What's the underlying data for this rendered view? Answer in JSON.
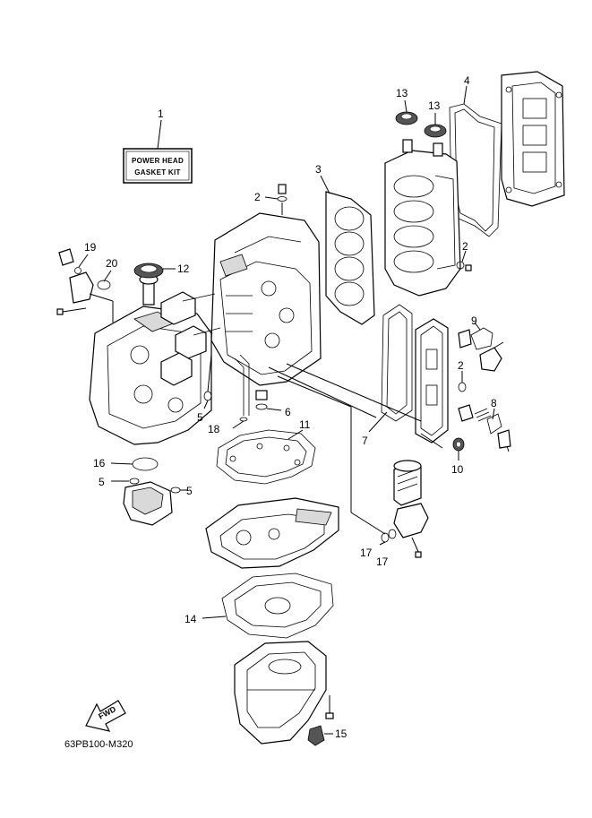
{
  "kit": {
    "line1": "POWER HEAD",
    "line2": "GASKET KIT"
  },
  "fwd_label": "FWD",
  "drawing_code": "63PB100-M320",
  "callouts": {
    "c1": "1",
    "c2a": "2",
    "c2b": "2",
    "c2c": "2",
    "c3": "3",
    "c4": "4",
    "c5a": "5",
    "c5b": "5",
    "c5c": "5",
    "c6": "6",
    "c7": "7",
    "c8": "8",
    "c9": "9",
    "c10": "10",
    "c11": "11",
    "c12": "12",
    "c13a": "13",
    "c13b": "13",
    "c14": "14",
    "c15": "15",
    "c16": "16",
    "c17a": "17",
    "c17b": "17",
    "c18": "18",
    "c19": "19",
    "c20": "20"
  }
}
